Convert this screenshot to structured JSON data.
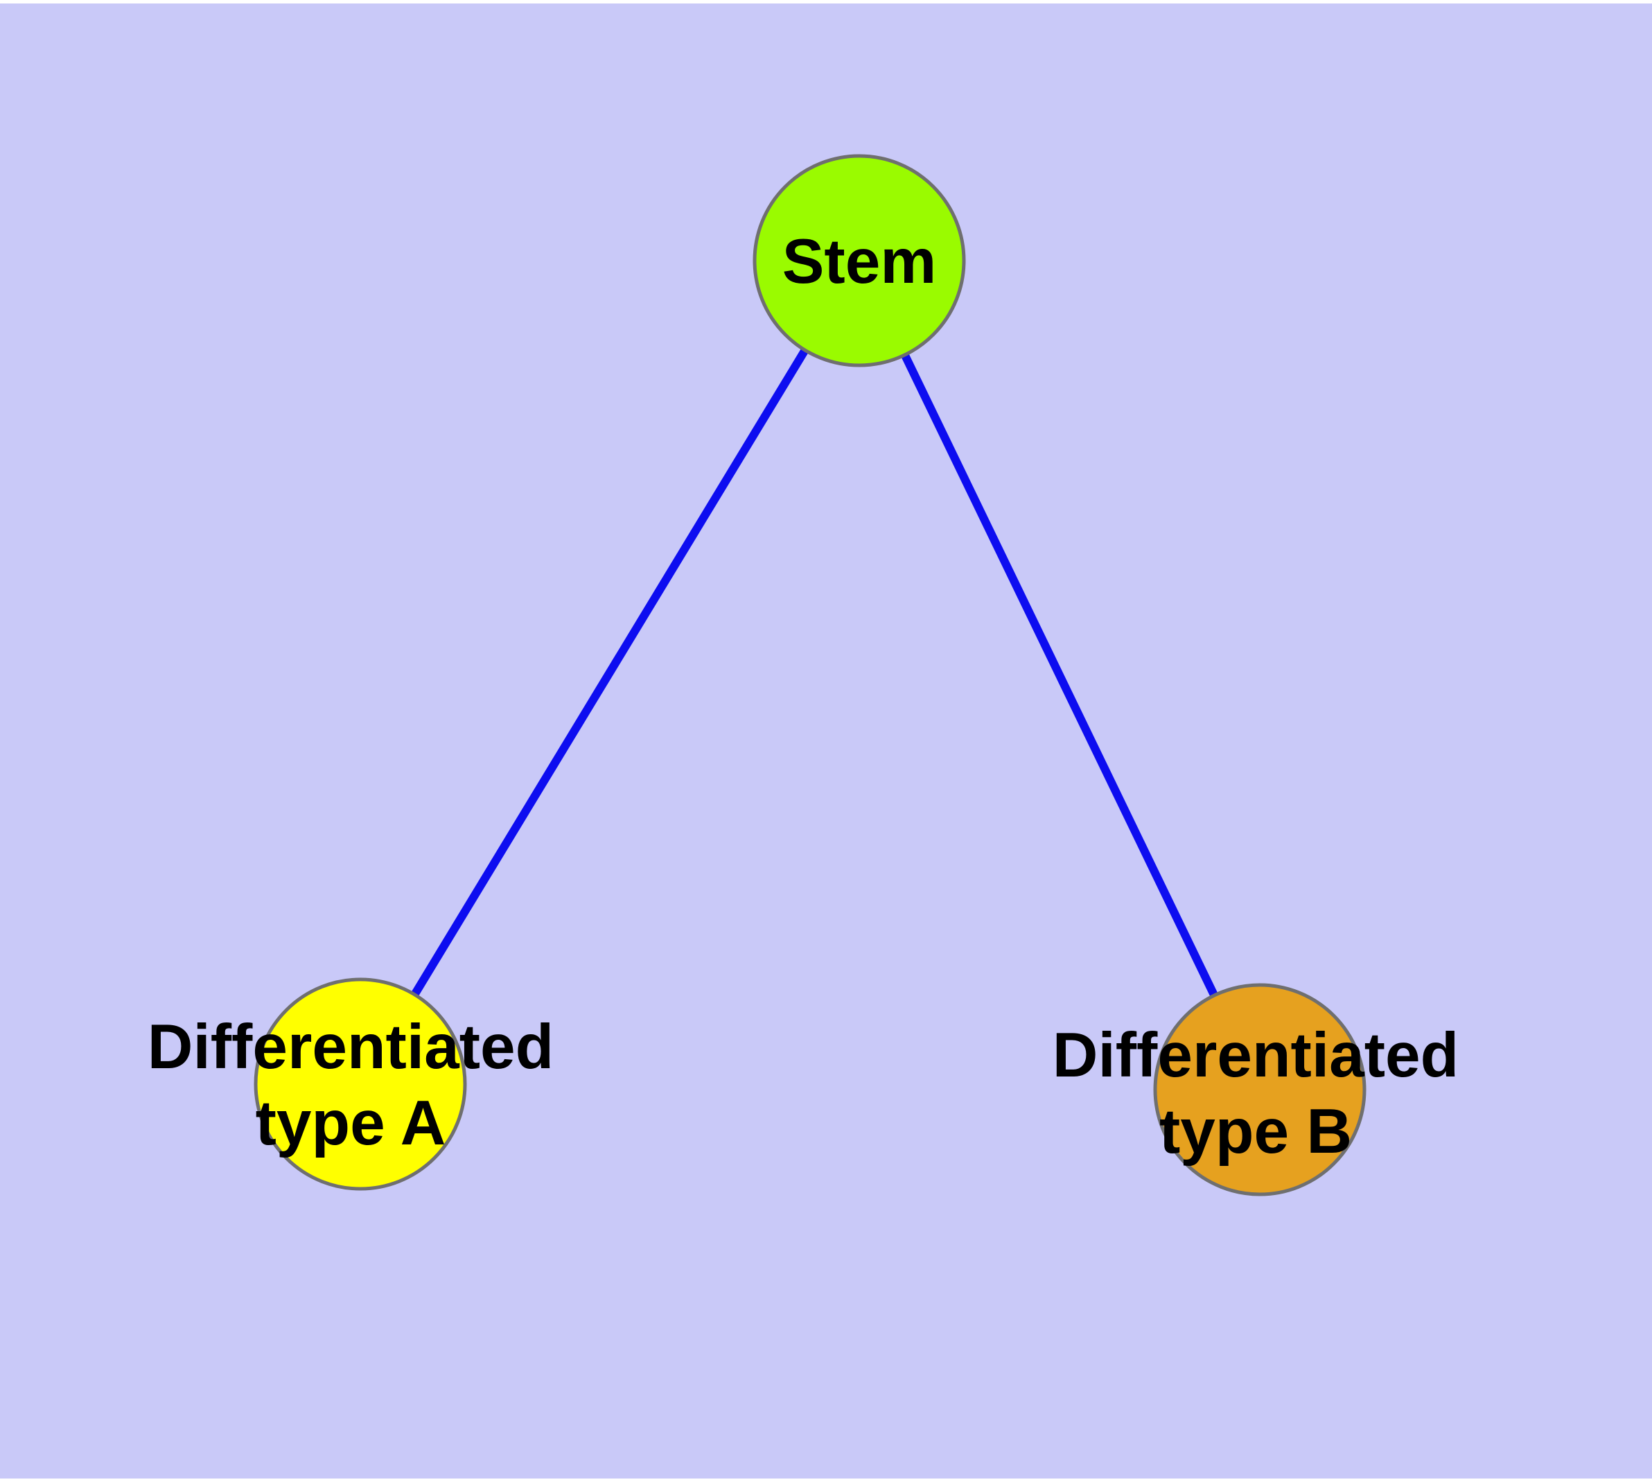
{
  "figure": {
    "background_color": "#FFFFFF",
    "panel_color": "#C9C9F8"
  },
  "graph": {
    "border_color": "#6F6F6F",
    "edge_color": "#0D0DF0",
    "label_color": "#000000",
    "nodes": [
      {
        "id": "stem",
        "label": "Stem",
        "fill": "#9AFB00"
      },
      {
        "id": "type-a",
        "label": "Differentiated\ntype A",
        "fill": "#FFFF00"
      },
      {
        "id": "type-b",
        "label": "Differentiated\ntype B",
        "fill": "#E6A11F"
      }
    ],
    "edges": [
      {
        "from": "stem",
        "to": "type-a"
      },
      {
        "from": "stem",
        "to": "type-b"
      }
    ]
  }
}
